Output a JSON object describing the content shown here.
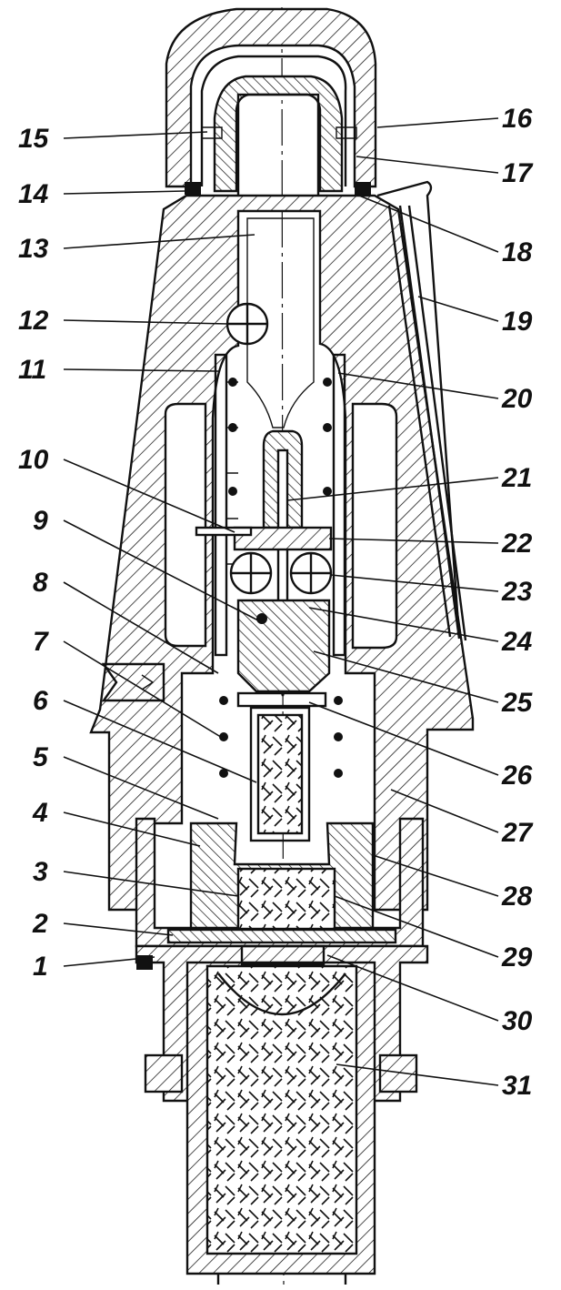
{
  "callouts": {
    "left": [
      "15",
      "14",
      "13",
      "12",
      "11",
      "10",
      "9",
      "8",
      "7",
      "6",
      "5",
      "4",
      "3",
      "2",
      "1"
    ],
    "right": [
      "16",
      "17",
      "18",
      "19",
      "20",
      "21",
      "22",
      "23",
      "24",
      "25",
      "26",
      "27",
      "28",
      "29",
      "30",
      "31"
    ]
  },
  "colors": {
    "ink": "#111111",
    "paper": "#ffffff"
  }
}
